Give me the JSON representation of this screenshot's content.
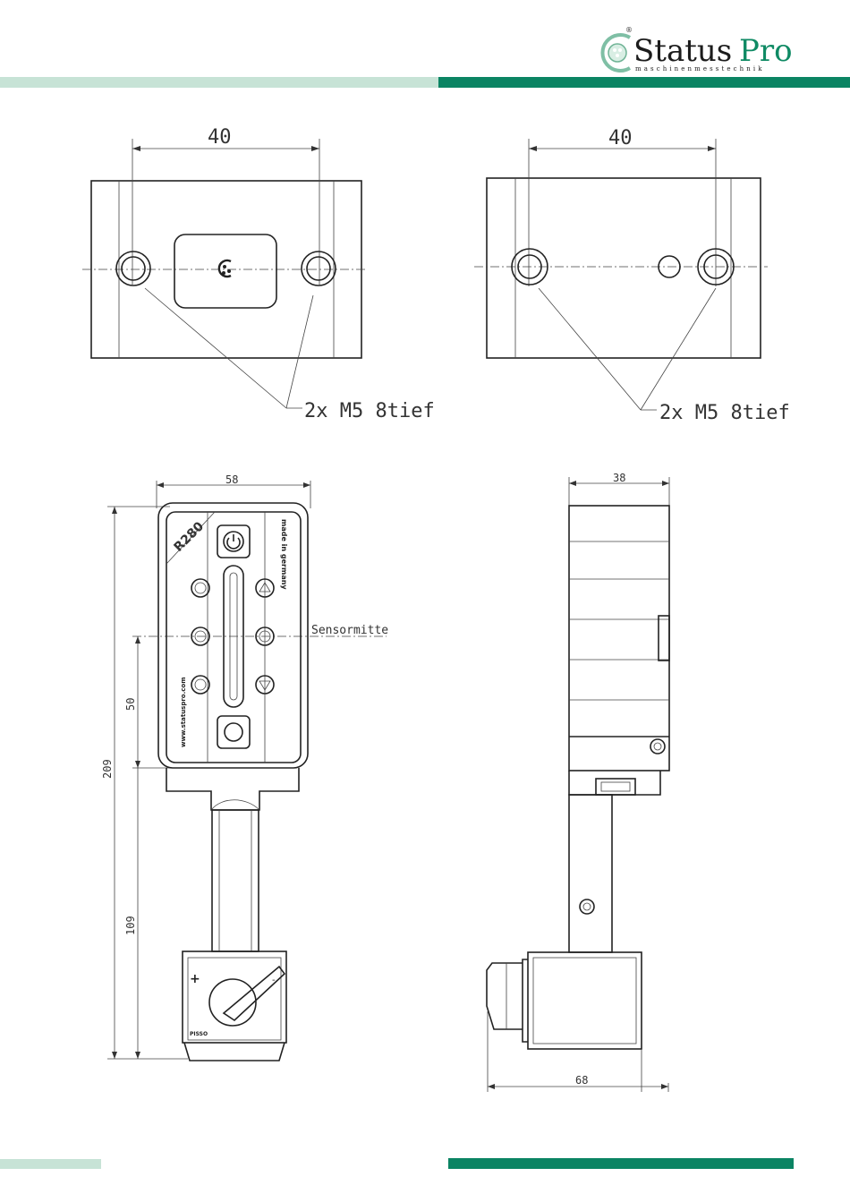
{
  "header": {
    "logo": {
      "word1": "Status",
      "word2": "Pro",
      "tagline": "maschinenmesstechnik",
      "mark": "®"
    },
    "colors": {
      "accent_light": "#c7e3d6",
      "accent_dark": "#0b8463"
    }
  },
  "drawings": {
    "top_left": {
      "spacing": "40",
      "callout": "2x M5 8tief"
    },
    "top_right": {
      "spacing": "40",
      "callout": "2x M5 8tief"
    },
    "front_view": {
      "width": "58",
      "height_total": "209",
      "height_lower": "109",
      "height_sensor": "50",
      "sensor_label": "Sensormitte",
      "model_badge": "R280",
      "side_text": "made in germany",
      "url_text": "www.statuspro.com",
      "base_brand": "PISSO"
    },
    "side_view": {
      "width_top": "38",
      "width_bottom": "68"
    }
  }
}
